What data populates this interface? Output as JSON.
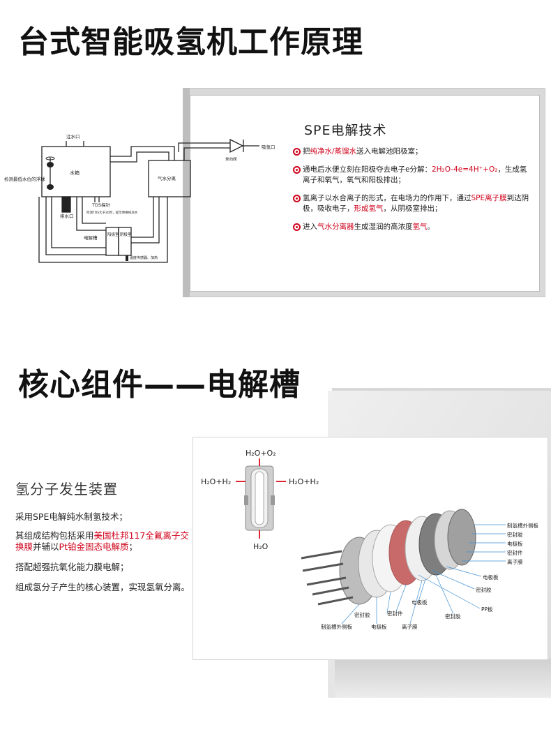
{
  "section1": {
    "title": "台式智能吸氢机工作原理",
    "diagram_labels": {
      "inlet": "注水口",
      "float": "检测最低水位的浮球",
      "tank": "水箱",
      "drain": "排水口",
      "tds": "TDS探针",
      "tds_note": "检测TDS大于20时，提示更换纯净水",
      "cell": "电解槽",
      "anode": "阳极室",
      "cathode": "阴极室",
      "separator": "气水分离",
      "check_valve": "单向阀",
      "outlet": "吸氢口",
      "heater_note": "温度传感器、加热"
    },
    "spe_title": "SPE电解技术",
    "bullets": [
      {
        "parts": [
          {
            "t": "把"
          },
          {
            "t": "纯净水/蒸馏水",
            "red": true
          },
          {
            "t": "送入电解池阳极室；"
          }
        ]
      },
      {
        "parts": [
          {
            "t": "通电后水便立刻在阳极夺去电子e分解："
          },
          {
            "t": "2H₂O-4e=4H⁺+O₂",
            "red": true
          },
          {
            "t": "，生成氢离子和氧气，氧气和阳极排出；"
          }
        ]
      },
      {
        "parts": [
          {
            "t": "氢离子以水合离子的形式，在电场力的作用下，通过"
          },
          {
            "t": "SPE离子膜",
            "red": true
          },
          {
            "t": "到达阴极，吸收电子，"
          },
          {
            "t": "形成氢气",
            "red": true
          },
          {
            "t": "，从阴极室排出；"
          }
        ]
      },
      {
        "parts": [
          {
            "t": "进入"
          },
          {
            "t": "气水分离器",
            "red": true
          },
          {
            "t": "生成湿润的高浓度"
          },
          {
            "t": "氢气",
            "red": true
          },
          {
            "t": "。"
          }
        ]
      }
    ]
  },
  "section2": {
    "title": "核心组件——电解槽",
    "subtitle": "氢分子发生装置",
    "paragraphs": [
      {
        "parts": [
          {
            "t": "采用SPE电解纯水制氢技术；"
          }
        ]
      },
      {
        "parts": [
          {
            "t": "其组成结构包括采用"
          },
          {
            "t": "美国杜邦117全氟离子交换膜",
            "red": true
          },
          {
            "t": "并辅以"
          },
          {
            "t": "Pt铂金固态电解质",
            "red": true
          },
          {
            "t": "；"
          }
        ]
      },
      {
        "parts": [
          {
            "t": "搭配超强抗氧化能力膜电解；"
          }
        ]
      },
      {
        "parts": [
          {
            "t": "组成氢分子产生的核心装置，实现氢氧分离。"
          }
        ]
      }
    ],
    "flow_labels": {
      "top": "H₂O+O₂",
      "left": "H₂O+H₂",
      "right": "H₂O+H₂",
      "bottom": "H₂O"
    },
    "parts_right": [
      "制氢槽外侧板",
      "密封胶",
      "电极板",
      "密封件",
      "离子膜",
      "电极板",
      "密封胶",
      "PP板"
    ],
    "parts_bottom": [
      "制氢槽外侧板",
      "电极板",
      "密封胶",
      "密封件",
      "离子膜",
      "电极板",
      "密封胶"
    ]
  },
  "colors": {
    "accent_red": "#d0021b",
    "arrow_red": "#e0242f",
    "text": "#222222"
  }
}
